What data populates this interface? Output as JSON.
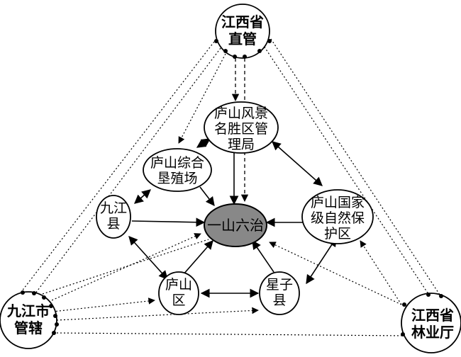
{
  "nodes": {
    "jiangxi_direct": [
      "江西省",
      "直管"
    ],
    "jiujiang_city": [
      "九江市",
      "管辖"
    ],
    "jiangxi_forestry": [
      "江西省",
      "林业厅"
    ],
    "scenic_bureau": [
      "庐山风景",
      "名胜区管",
      "理局"
    ],
    "reclamation_farm": [
      "庐山综合",
      "垦殖场"
    ],
    "jiujiang_county": [
      "九江",
      "县"
    ],
    "nature_reserve": [
      "庐山国家",
      "级自然保",
      "护区"
    ],
    "lushan_district": [
      "庐山",
      "区"
    ],
    "xingzi_county": [
      "星子",
      "县"
    ],
    "center": "一山六治"
  }
}
